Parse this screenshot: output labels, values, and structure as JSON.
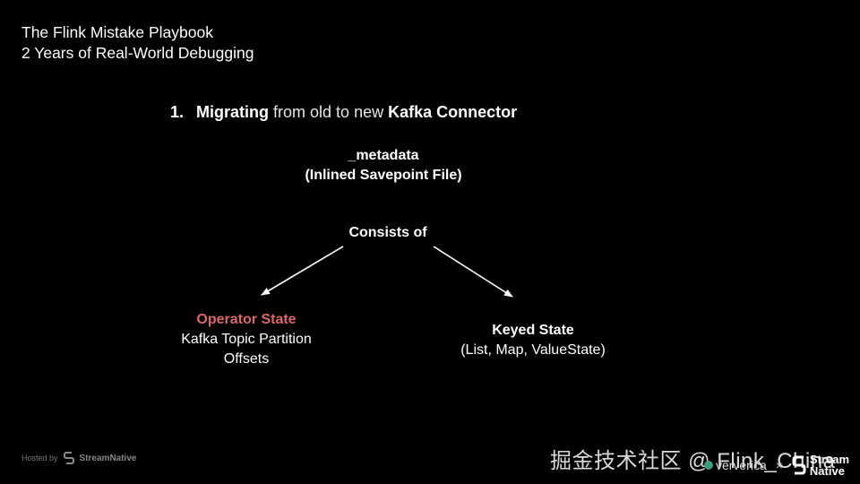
{
  "header": {
    "line1": "The Flink Mistake Playbook",
    "line2": "2 Years of Real-World Debugging"
  },
  "title": {
    "number": "1.",
    "part1": "Migrating",
    "part2": "from old to new",
    "part3": "Kafka Connector"
  },
  "diagram": {
    "metadata": {
      "line1": "_metadata",
      "line2": "(Inlined Savepoint File)"
    },
    "consists": "Consists of",
    "operator_state": {
      "title": "Operator State",
      "line1": "Kafka Topic Partition",
      "line2": "Offsets"
    },
    "keyed_state": {
      "title": "Keyed State",
      "line1": "(List, Map, ValueState)"
    }
  },
  "footer": {
    "hosted_by": "Hosted by",
    "hosted_brand": "StreamNative",
    "watermark": "掘金技术社区 @ Flink_China",
    "ververica": "ververica",
    "times": "×",
    "sn_line1": "Stream",
    "sn_line2": "Native"
  },
  "colors": {
    "background": "#000000",
    "accent": "#d9686a"
  }
}
